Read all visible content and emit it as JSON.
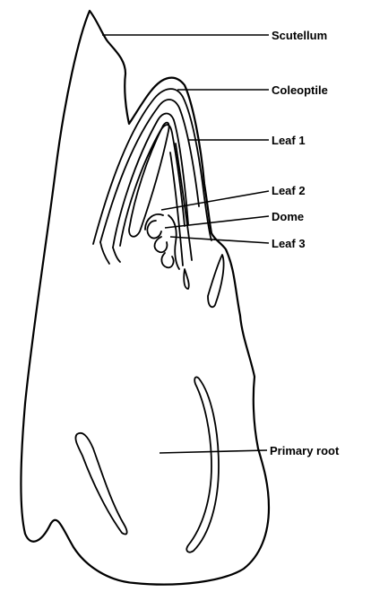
{
  "diagram": {
    "labels": {
      "scutellum": "Scutellum",
      "coleoptile": "Coleoptile",
      "leaf1": "Leaf 1",
      "leaf2": "Leaf 2",
      "dome": "Dome",
      "leaf3": "Leaf 3",
      "primary_root": "Primary root"
    }
  }
}
